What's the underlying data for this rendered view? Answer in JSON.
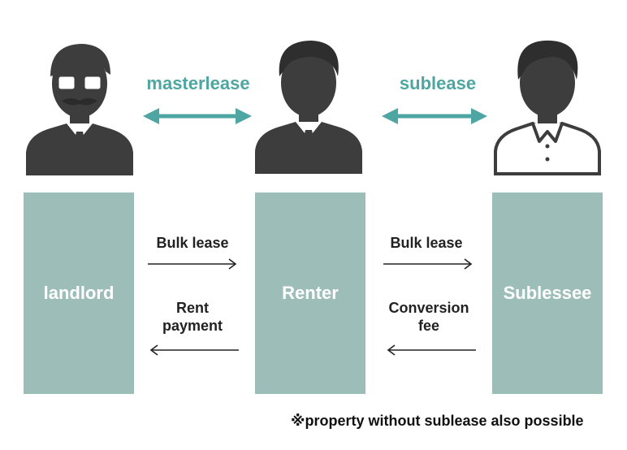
{
  "relationships": {
    "left": "masterlease",
    "right": "sublease"
  },
  "parties": {
    "landlord": "landlord",
    "renter": "Renter",
    "sublessee": "Sublessee"
  },
  "flows": {
    "left_forward": "Bulk lease",
    "left_back_line1": "Rent",
    "left_back_line2": "payment",
    "right_forward": "Bulk lease",
    "right_back_line1": "Conversion",
    "right_back_line2": "fee"
  },
  "footnote": "※property without sublease also possible",
  "colors": {
    "accent_teal": "#4ea6a2",
    "column_fill": "#9dbdb8",
    "figure_dark": "#3d3d3d"
  }
}
